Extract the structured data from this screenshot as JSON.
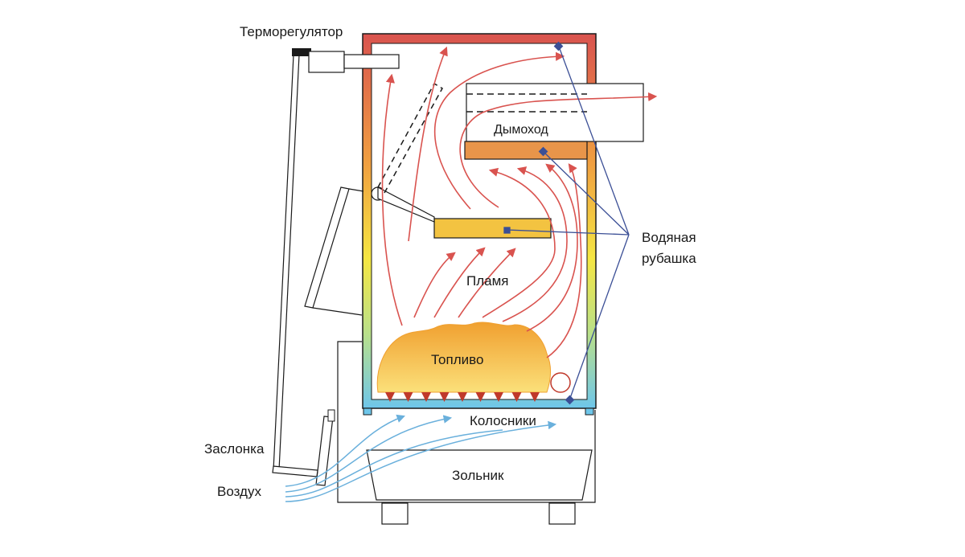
{
  "labels": {
    "thermostat": "Терморегулятор",
    "chimney": "Дымоход",
    "water_jacket_line1": "Водяная",
    "water_jacket_line2": "рубашка",
    "flame": "Пламя",
    "fuel": "Топливо",
    "grates": "Колосники",
    "damper": "Заслонка",
    "air": "Воздух",
    "ash_pan": "Зольник"
  },
  "colors": {
    "jacket_top": "#d9534f",
    "jacket_upper": "#f0a040",
    "jacket_mid": "#f5e642",
    "jacket_bottom": "#6ec6ea",
    "hot_arrow": "#d9534f",
    "cold_arrow": "#6ab0dc",
    "pointer_line": "#3b4f96",
    "outline": "#1a1a1a",
    "baffle_fill": "#f3c341",
    "shelf_fill": "#e8954a",
    "fuel_light": "#f8d060",
    "fuel_dark": "#f0a030",
    "grate_tooth": "#c0392b"
  }
}
